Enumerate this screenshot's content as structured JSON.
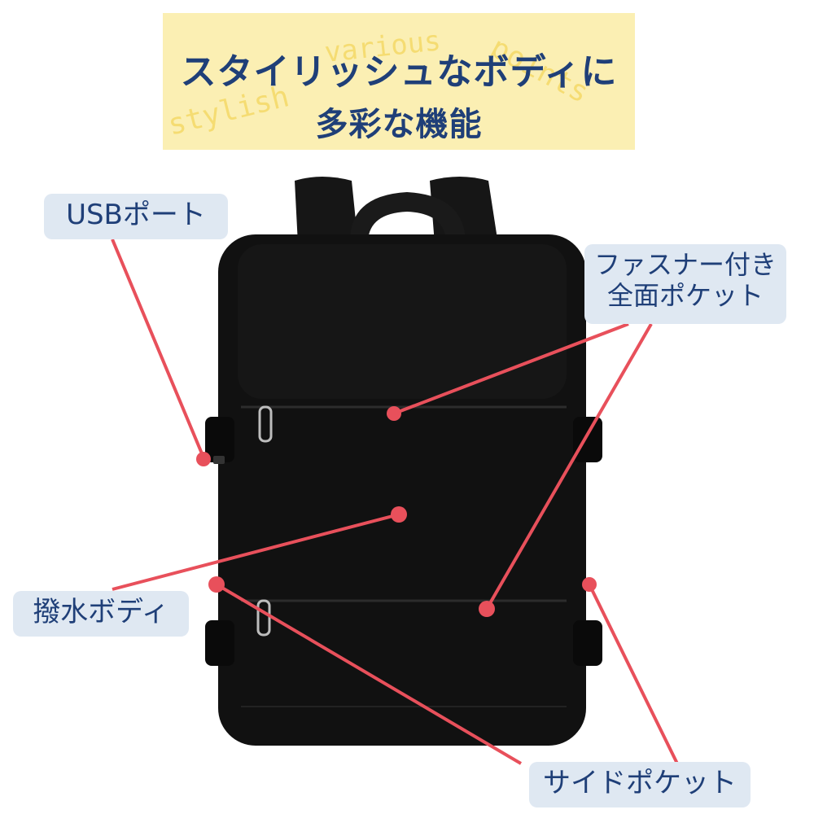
{
  "header": {
    "title_line1": "スタイリッシュなボディに",
    "title_line2": "多彩な機能",
    "decor_text_left": "stylish",
    "decor_text_mid": "various",
    "decor_text_right": "points"
  },
  "callouts": {
    "usb_port": "USBポート",
    "front_pocket_line1": "ファスナー付き",
    "front_pocket_line2": "全面ポケット",
    "water_repellent": "撥水ボディ",
    "side_pocket": "サイドポケット"
  },
  "colors": {
    "banner_bg": "#fbefb3",
    "title_text": "#1f3f78",
    "label_bg": "#dfe8f2",
    "callout_line": "#e8505b",
    "bag_body": "#111111"
  }
}
